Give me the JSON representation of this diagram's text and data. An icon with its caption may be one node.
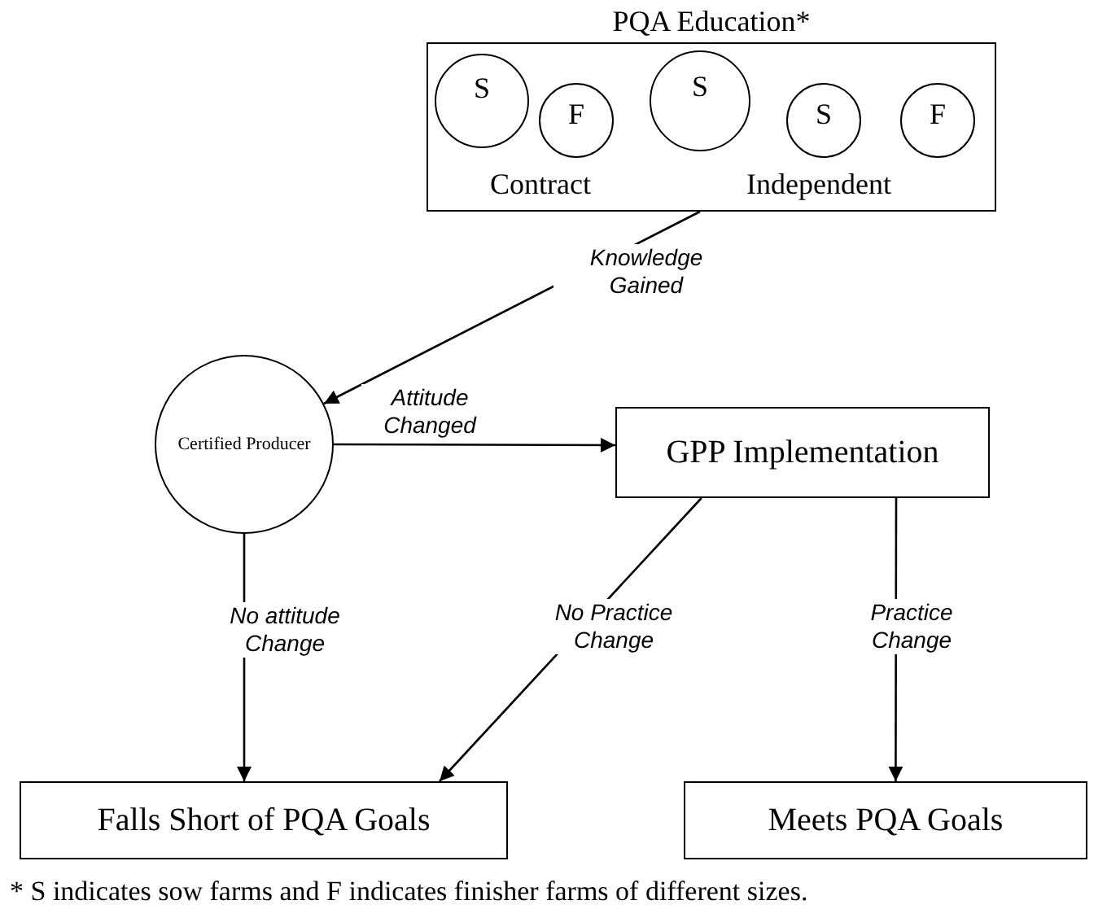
{
  "diagram": {
    "nodes": [
      {
        "text": [
          "PQA Education*"
        ]
      },
      {
        "text": [
          "S"
        ],
        "in": 0
      },
      {
        "text": [
          "F"
        ],
        "in": 0
      },
      {
        "text": [
          "S"
        ],
        "in": 0
      },
      {
        "text": [
          "S"
        ],
        "in": 0
      },
      {
        "text": [
          "F"
        ],
        "in": 0
      },
      {
        "text": [
          "Certified Producer"
        ]
      },
      {
        "text": [
          "GPP Implementation"
        ]
      },
      {
        "text": [
          "Falls Short of PQA Goals"
        ]
      },
      {
        "text": [
          "Meets PQA Goals"
        ]
      }
    ],
    "edges": [
      {
        "from": 0,
        "to": 6,
        "arrow": "to",
        "label": "Knowledge Gained"
      },
      {
        "from": 6,
        "to": 7,
        "arrow": "to",
        "label": "Attitude Changed"
      },
      {
        "from": 6,
        "to": 8,
        "arrow": "to",
        "label": "No attitude Change"
      },
      {
        "from": 7,
        "to": 8,
        "arrow": "to",
        "label": "No Practice Change"
      },
      {
        "from": 7,
        "to": 9,
        "arrow": "to",
        "label": "Practice Change"
      }
    ],
    "labels": [
      "Contract",
      "Independent"
    ],
    "caption": "* S indicates sow farms and F indicates finisher farms of different sizes."
  }
}
